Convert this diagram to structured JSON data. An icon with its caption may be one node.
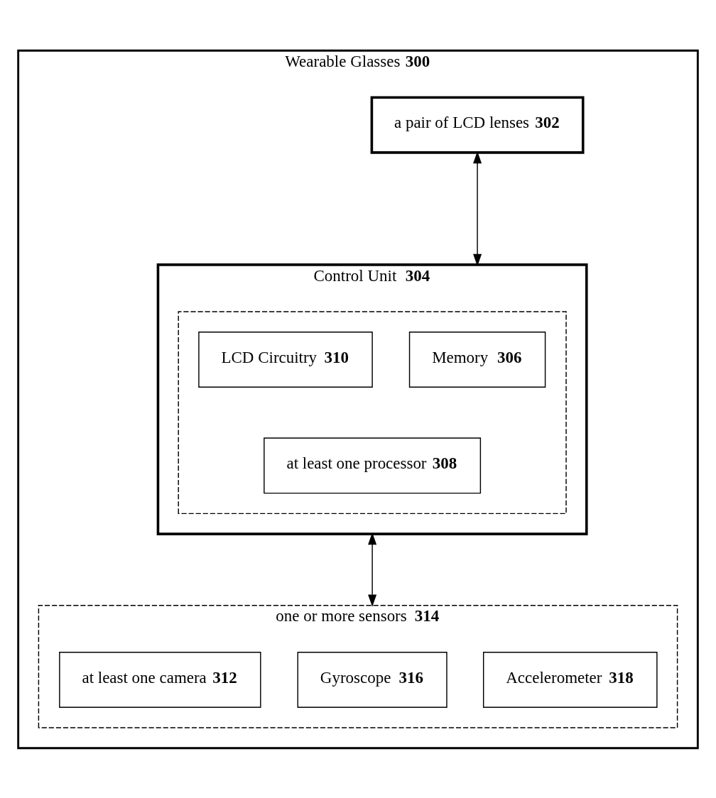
{
  "diagram": {
    "nodes": [
      {
        "text": [
          "Wearable Glasses **300**"
        ]
      },
      {
        "text": [
          "a pair of LCD lenses **302**"
        ],
        "in": 0
      },
      {
        "text": [
          "Control Unit **304**"
        ],
        "in": 0
      },
      {
        "text": [],
        "shape": "box",
        "in": 2
      },
      {
        "text": [
          "LCD Circuitry **310**"
        ],
        "in": 3
      },
      {
        "text": [
          "Memory **306**"
        ],
        "in": 3
      },
      {
        "text": [
          "at least one processor **308**"
        ],
        "in": 3
      },
      {
        "text": [
          "one or more sensors **314**"
        ],
        "in": 0
      },
      {
        "text": [
          "at least one camera **312**"
        ],
        "in": 7
      },
      {
        "text": [
          "Gyroscope **316**"
        ],
        "in": 7
      },
      {
        "text": [
          "Accelerometer **318**"
        ],
        "in": 7
      }
    ],
    "edges": [
      {
        "from": 1,
        "to": 2,
        "arrow": "both"
      },
      {
        "from": 2,
        "to": 7,
        "arrow": "both"
      }
    ]
  }
}
